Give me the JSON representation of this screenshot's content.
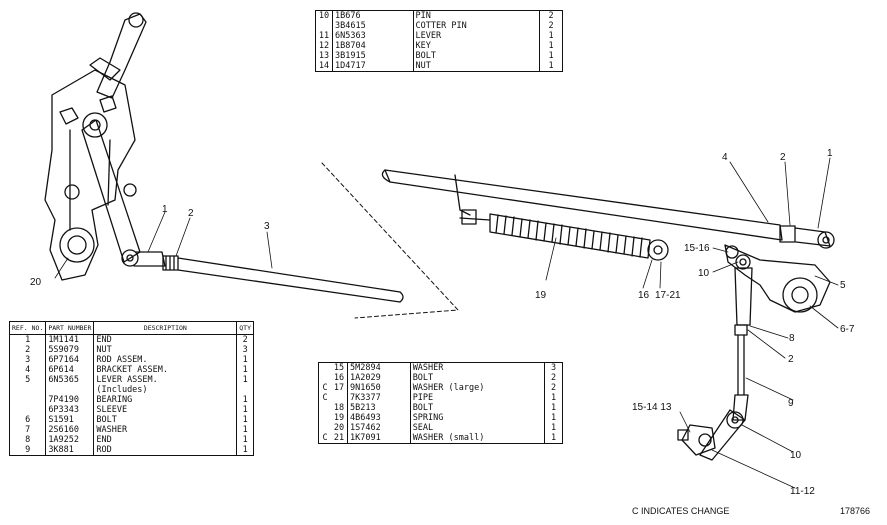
{
  "top_table": {
    "rows": [
      {
        "ref": "10",
        "part": "1B676",
        "desc": "PIN",
        "qty": "2"
      },
      {
        "ref": "",
        "part": "3B4615",
        "desc": "COTTER PIN",
        "qty": "2"
      },
      {
        "ref": "11",
        "part": "6N5363",
        "desc": "LEVER",
        "qty": "1"
      },
      {
        "ref": "12",
        "part": "1B8704",
        "desc": "KEY",
        "qty": "1"
      },
      {
        "ref": "13",
        "part": "3B1915",
        "desc": "BOLT",
        "qty": "1"
      },
      {
        "ref": "14",
        "part": "1D4717",
        "desc": "NUT",
        "qty": "1"
      }
    ]
  },
  "left_table": {
    "headers": {
      "ref": "REF. NO.",
      "part": "PART NUMBER",
      "desc": "DESCRIPTION",
      "qty": "QTY"
    },
    "rows": [
      {
        "ref": "1",
        "part": "1M1141",
        "desc": "END",
        "qty": "2"
      },
      {
        "ref": "2",
        "part": "5S9079",
        "desc": "NUT",
        "qty": "3"
      },
      {
        "ref": "3",
        "part": "6P7164",
        "desc": "ROD ASSEM.",
        "qty": "1"
      },
      {
        "ref": "4",
        "part": "6P614",
        "desc": "BRACKET ASSEM.",
        "qty": "1"
      },
      {
        "ref": "5",
        "part": "6N5365",
        "desc": "LEVER ASSEM.",
        "qty": "1"
      },
      {
        "ref": "",
        "part": "",
        "desc": "(Includes)",
        "qty": ""
      },
      {
        "ref": "",
        "part": "7P4190",
        "desc": "BEARING",
        "qty": "1"
      },
      {
        "ref": "",
        "part": "6P3343",
        "desc": "SLEEVE",
        "qty": "1"
      },
      {
        "ref": "6",
        "part": "S1591",
        "desc": "BOLT",
        "qty": "1"
      },
      {
        "ref": "7",
        "part": "2S6160",
        "desc": "WASHER",
        "qty": "1"
      },
      {
        "ref": "8",
        "part": "1A9252",
        "desc": "END",
        "qty": "1"
      },
      {
        "ref": "9",
        "part": "3K881",
        "desc": "ROD",
        "qty": "1"
      }
    ]
  },
  "mid_table": {
    "rows": [
      {
        "mark": "",
        "ref": "15",
        "part": "5M2894",
        "desc": "WASHER",
        "qty": "3"
      },
      {
        "mark": "",
        "ref": "16",
        "part": "1A2029",
        "desc": "BOLT",
        "qty": "2"
      },
      {
        "mark": "C",
        "ref": "17",
        "part": "9N1650",
        "desc": "WASHER    (large)",
        "qty": "2"
      },
      {
        "mark": "C",
        "ref": "",
        "part": "7K3377",
        "desc": "PIPE",
        "qty": "1"
      },
      {
        "mark": "",
        "ref": "18",
        "part": "5B213",
        "desc": "BOLT",
        "qty": "1"
      },
      {
        "mark": "",
        "ref": "19",
        "part": "4B6493",
        "desc": "SPRING",
        "qty": "1"
      },
      {
        "mark": "",
        "ref": "20",
        "part": "1S7462",
        "desc": "SEAL",
        "qty": "1"
      },
      {
        "mark": "C",
        "ref": "21",
        "part": "1K7091",
        "desc": "WASHER    (small)",
        "qty": "1"
      }
    ]
  },
  "callouts": {
    "c20": "20",
    "c1a": "1",
    "c2a": "2",
    "c3": "3",
    "c4": "4",
    "c2b": "2",
    "c1b": "1",
    "c1516": "15-16",
    "c10a": "10",
    "c5": "5",
    "c67": "6-7",
    "c8": "8",
    "c2c": "2",
    "c9": "9",
    "c19": "19",
    "c16": "16",
    "c1721": "17-21",
    "c151413": "15-14 13",
    "c10b": "10",
    "c1112": "11-12"
  },
  "footer": {
    "change_note": "C INDICATES CHANGE",
    "drawing_number": "178766"
  }
}
